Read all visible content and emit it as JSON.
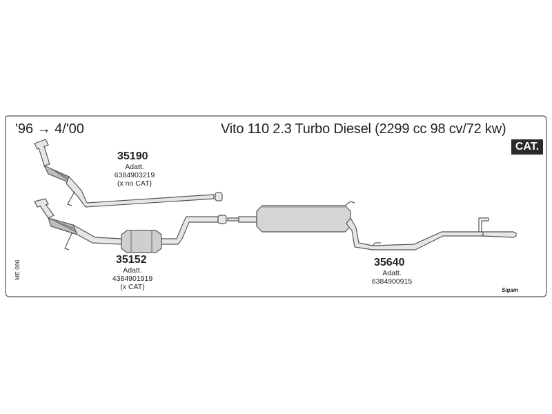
{
  "header": {
    "date_range": "'96 → 4/'00",
    "vehicle": "Vito 110 2.3 Turbo Diesel (2299 cc 98 cv/72 kw)",
    "cat_badge": "CAT."
  },
  "parts": [
    {
      "number": "35190",
      "adapter_label": "Adatt.",
      "oem": "6384903219",
      "note": "(x no CAT)"
    },
    {
      "number": "35152",
      "adapter_label": "Adatt.",
      "oem": "4384901919",
      "note": "(x CAT)"
    },
    {
      "number": "35640",
      "adapter_label": "Adatt.",
      "oem": "6384900915",
      "note": ""
    }
  ],
  "diagram_code": "ME 086",
  "brand": "Sigam",
  "colors": {
    "line": "#555555",
    "fill": "#d6d6d6",
    "badge": "#2a2a2a"
  }
}
